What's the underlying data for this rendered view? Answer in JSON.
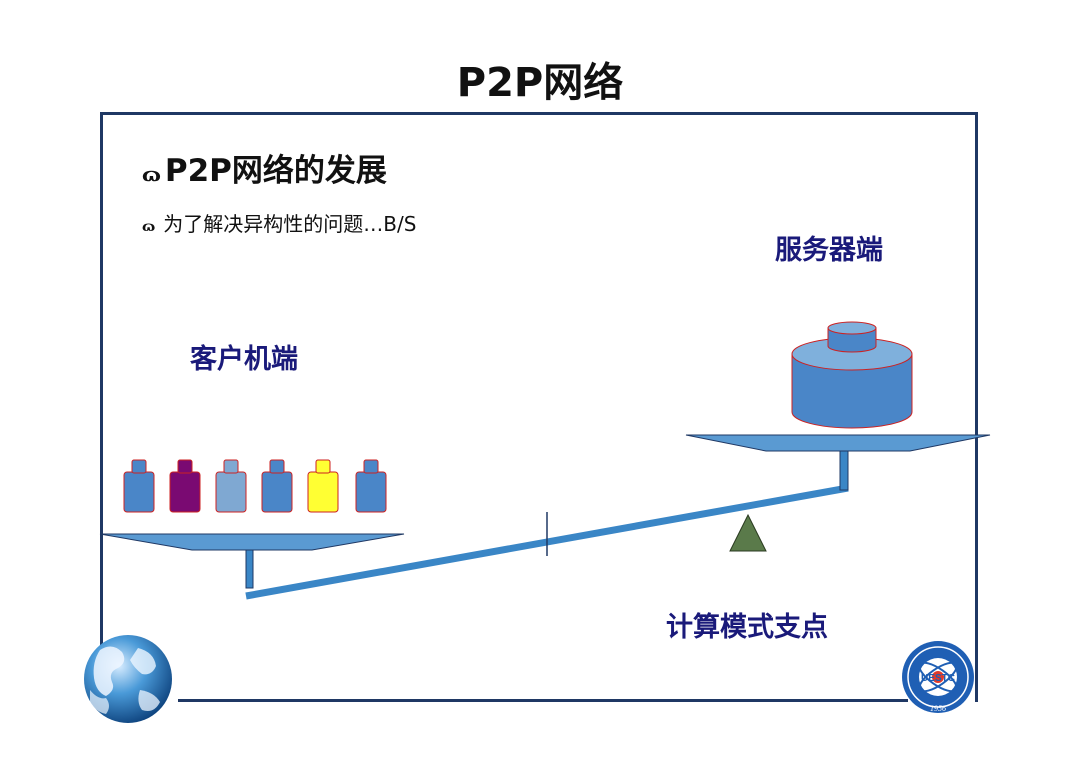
{
  "slide": {
    "title": "P2P网络",
    "heading": "P2P网络的发展",
    "heading_bullet": "ɷ",
    "subpoint": "为了解决异构性的问题…B/S",
    "subpoint_bullet": "ɷ"
  },
  "diagram": {
    "server_label": "服务器端",
    "client_label": "客户机端",
    "pivot_label": "计算模式支点",
    "client_jar_colors": [
      "#4a86c8",
      "#7a0a72",
      "#7fa8d2",
      "#4a86c8",
      "#ffff33",
      "#4a86c8"
    ],
    "jar_color": "#4a86c8",
    "jar_outline_color": "#cc2222",
    "beam_color": "#3a86c6",
    "pivot_color": "#5a7a4a"
  },
  "logos": {
    "right_seal_text": "UESTC",
    "right_seal_year": "1956"
  }
}
